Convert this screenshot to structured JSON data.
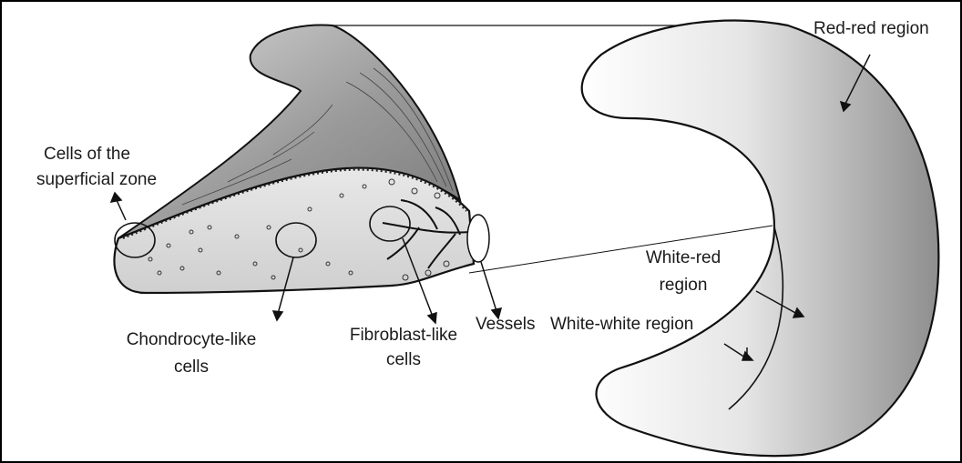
{
  "labels": {
    "superficial_zone_line1": "Cells of the",
    "superficial_zone_line2": "superficial zone",
    "chondrocyte_line1": "Chondrocyte-like",
    "chondrocyte_line2": "cells",
    "fibroblast_line1": "Fibroblast-like",
    "fibroblast_line2": "cells",
    "vessels": "Vessels",
    "white_white": "White-white region",
    "white_red_line1": "White-red",
    "white_red_line2": "region",
    "red_red": "Red-red region"
  },
  "colors": {
    "outline": "#111111",
    "shade_dark": "#8c8c8c",
    "shade_light": "#ffffff"
  }
}
